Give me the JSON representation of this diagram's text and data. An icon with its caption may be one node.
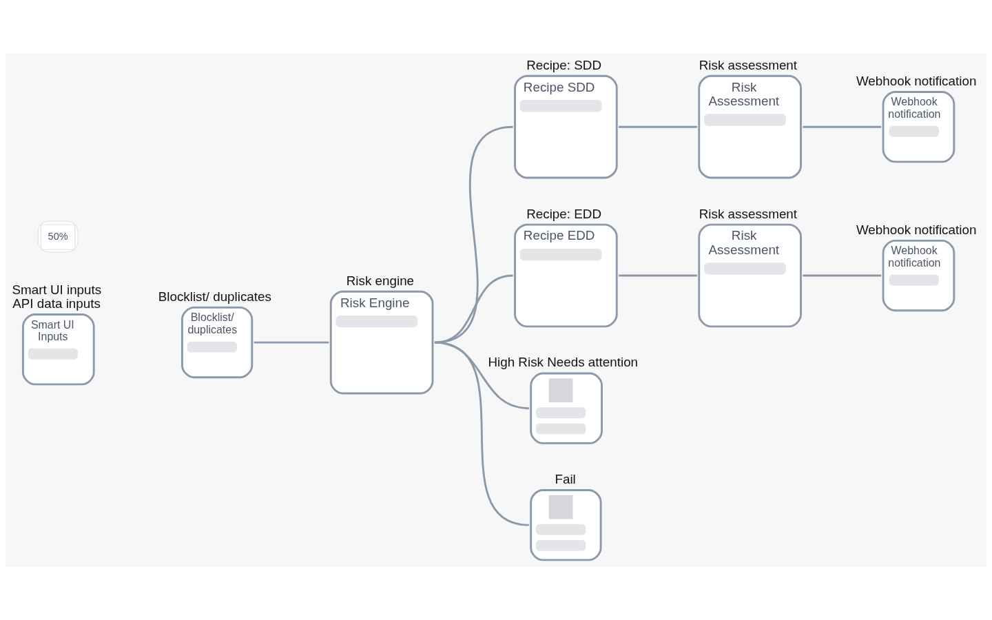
{
  "diagram": {
    "nodes": [
      {
        "text": [
          "Smart UI inputs API data inputs",
          "Smart UI Inputs"
        ]
      },
      {
        "text": [
          "Blocklist/ duplicates",
          "Blocklist/ duplicates"
        ]
      },
      {
        "text": [
          "Risk engine",
          "Risk Engine"
        ]
      },
      {
        "text": [
          "Recipe: SDD",
          "Recipe SDD"
        ]
      },
      {
        "text": [
          "Risk assessment",
          "Risk Assessment"
        ]
      },
      {
        "text": [
          "Webhook notification",
          "Webhook notification"
        ]
      },
      {
        "text": [
          "Recipe: EDD",
          "Recipe EDD"
        ]
      },
      {
        "text": [
          "Risk assessment",
          "Risk Assessment"
        ]
      },
      {
        "text": [
          "Webhook notification",
          "Webhook notification"
        ]
      },
      {
        "text": [
          "High Risk Needs attention"
        ]
      },
      {
        "text": [
          "Fail"
        ]
      }
    ],
    "edges": [
      {
        "from": 1,
        "to": 2,
        "arrow": "none"
      },
      {
        "from": 2,
        "to": 3,
        "arrow": "none"
      },
      {
        "from": 2,
        "to": 6,
        "arrow": "none"
      },
      {
        "from": 2,
        "to": 9,
        "arrow": "none"
      },
      {
        "from": 2,
        "to": 10,
        "arrow": "none"
      },
      {
        "from": 3,
        "to": 4,
        "arrow": "none"
      },
      {
        "from": 4,
        "to": 5,
        "arrow": "none"
      },
      {
        "from": 6,
        "to": 7,
        "arrow": "none"
      },
      {
        "from": 7,
        "to": 8,
        "arrow": "none"
      }
    ],
    "labels": [
      "50%"
    ]
  }
}
